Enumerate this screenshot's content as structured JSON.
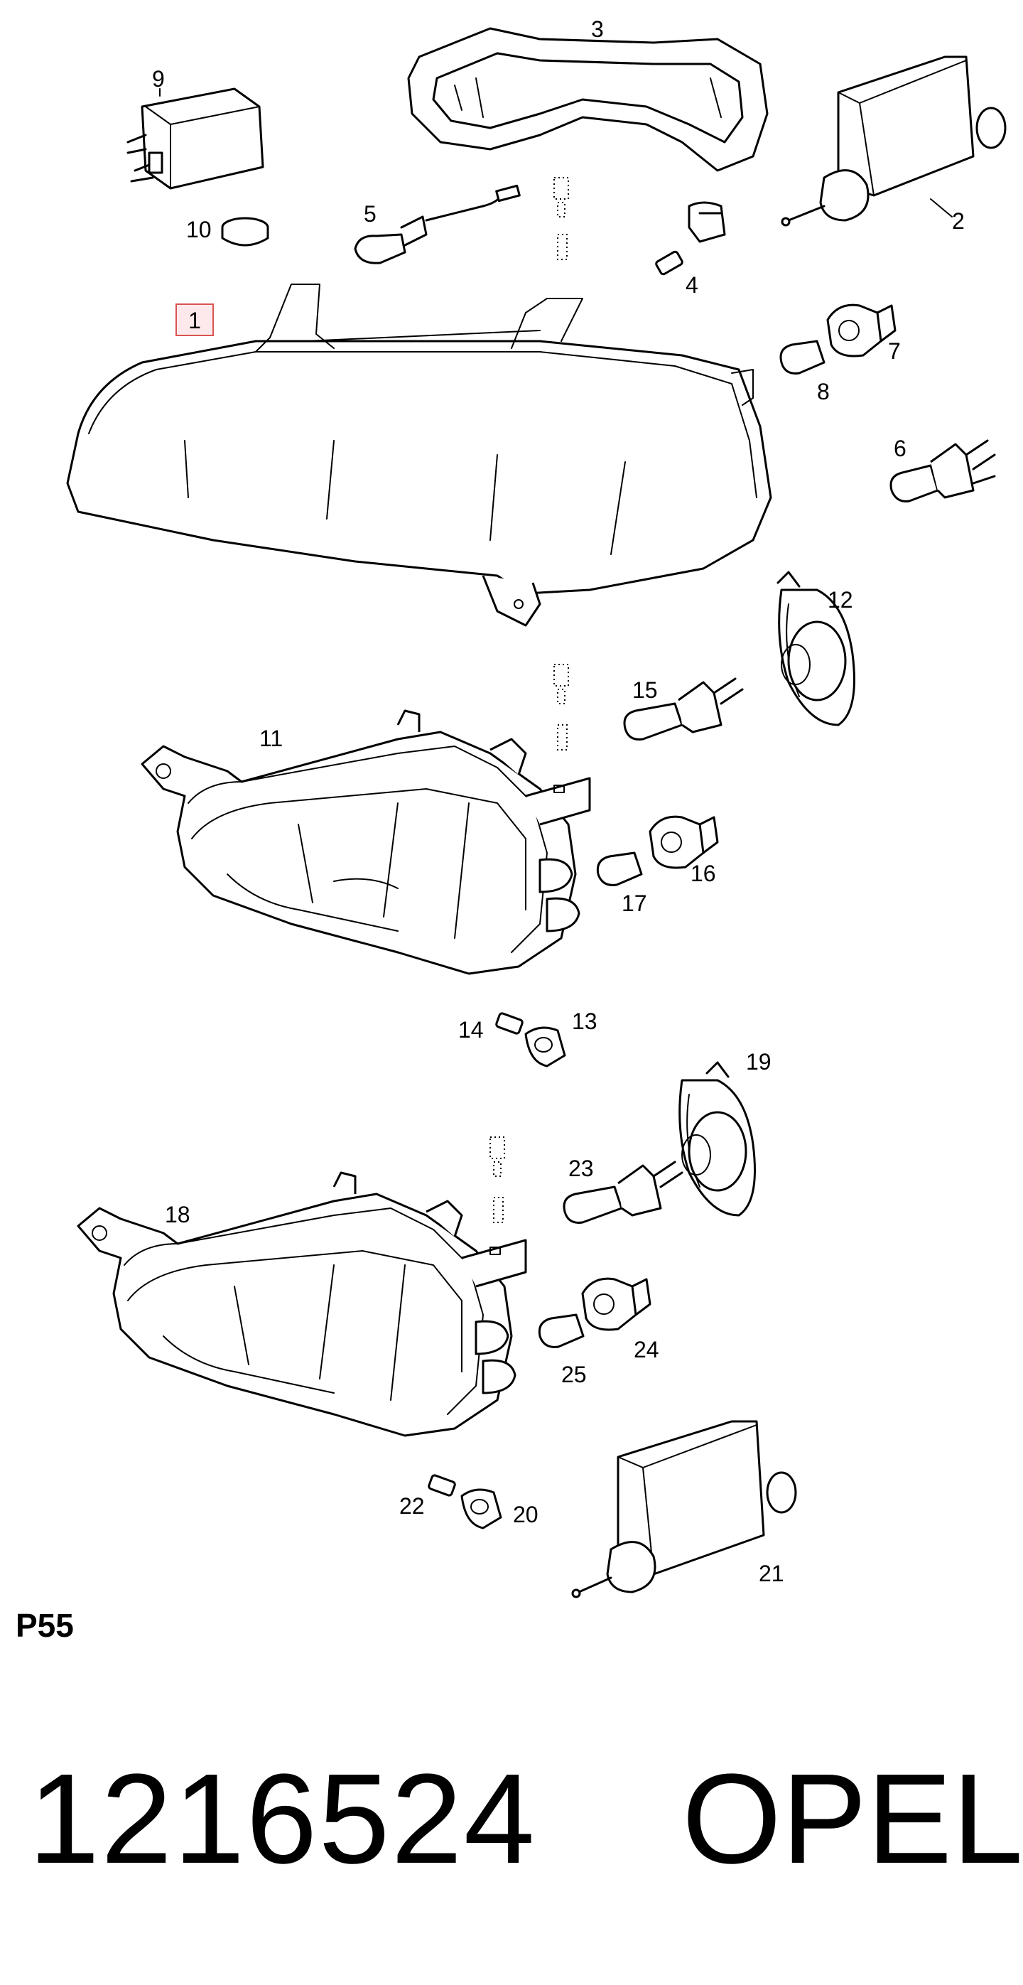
{
  "diagram": {
    "page_code": "P55",
    "part_number": "1216524",
    "brand": "OPEL",
    "highlighted_callout": "1",
    "callouts": {
      "c1": "1",
      "c2": "2",
      "c3": "3",
      "c4": "4",
      "c5": "5",
      "c6": "6",
      "c7": "7",
      "c8": "8",
      "c9": "9",
      "c10": "10",
      "c11": "11",
      "c12": "12",
      "c13": "13",
      "c14": "14",
      "c15": "15",
      "c16": "16",
      "c17": "17",
      "c18": "18",
      "c19": "19",
      "c20": "20",
      "c21": "21",
      "c22": "22",
      "c23": "23",
      "c24": "24",
      "c25": "25"
    }
  },
  "colors": {
    "highlight_fill": "#fde9ec",
    "highlight_border": "#d9534f",
    "ink": "#000000",
    "background": "#ffffff"
  }
}
